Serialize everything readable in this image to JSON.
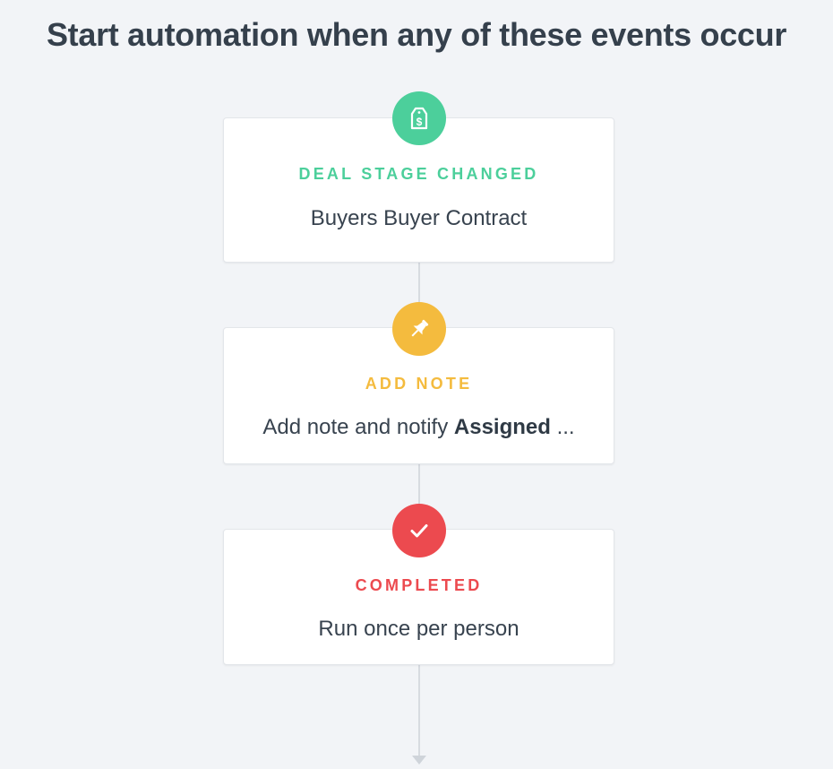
{
  "page": {
    "title": "Start automation when any of these events occur"
  },
  "colors": {
    "trigger": "#4ccf9b",
    "note": "#f4bb3e",
    "completed": "#ec4a4f"
  },
  "steps": [
    {
      "icon": "price-tag-dollar-icon",
      "title": "DEAL STAGE CHANGED",
      "subtitle": "Buyers Buyer Contract"
    },
    {
      "icon": "pushpin-icon",
      "title": "ADD NOTE",
      "subtitle_prefix": "Add note and notify ",
      "subtitle_bold": "Assigned",
      "subtitle_suffix": " ..."
    },
    {
      "icon": "checkmark-icon",
      "title": "COMPLETED",
      "subtitle": "Run once per person"
    }
  ]
}
